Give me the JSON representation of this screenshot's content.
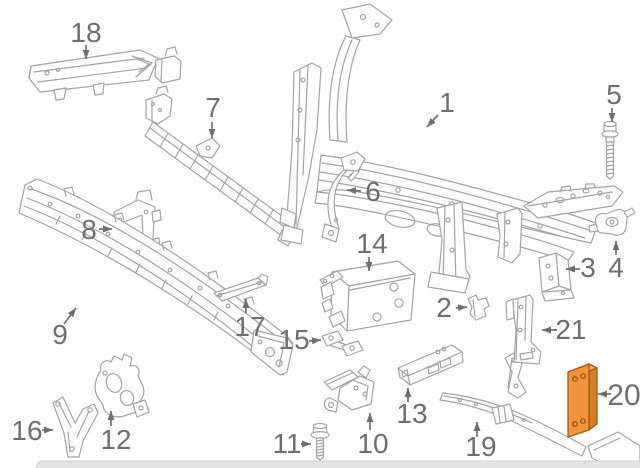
{
  "diagram": {
    "type": "exploded-parts-diagram",
    "highlighted_part": "20",
    "part_count": 21,
    "colors": {
      "artwork_line": "#a3a3a3",
      "label_text": "#6e6e6e",
      "highlight_front": "#F0953C",
      "highlight_top": "#F7AE5C",
      "highlight_side": "#D47F26",
      "highlight_outline": "#A35A14",
      "bottom_bar": "#e4e4e4"
    },
    "labels": {
      "p1": "1",
      "p2": "2",
      "p3": "3",
      "p4": "4",
      "p5": "5",
      "p6": "6",
      "p7": "7",
      "p8": "8",
      "p9": "9",
      "p10": "10",
      "p11": "11",
      "p12": "12",
      "p13": "13",
      "p14": "14",
      "p15": "15",
      "p16": "16",
      "p17": "17",
      "p18": "18",
      "p19": "19",
      "p20": "20",
      "p21": "21"
    }
  }
}
